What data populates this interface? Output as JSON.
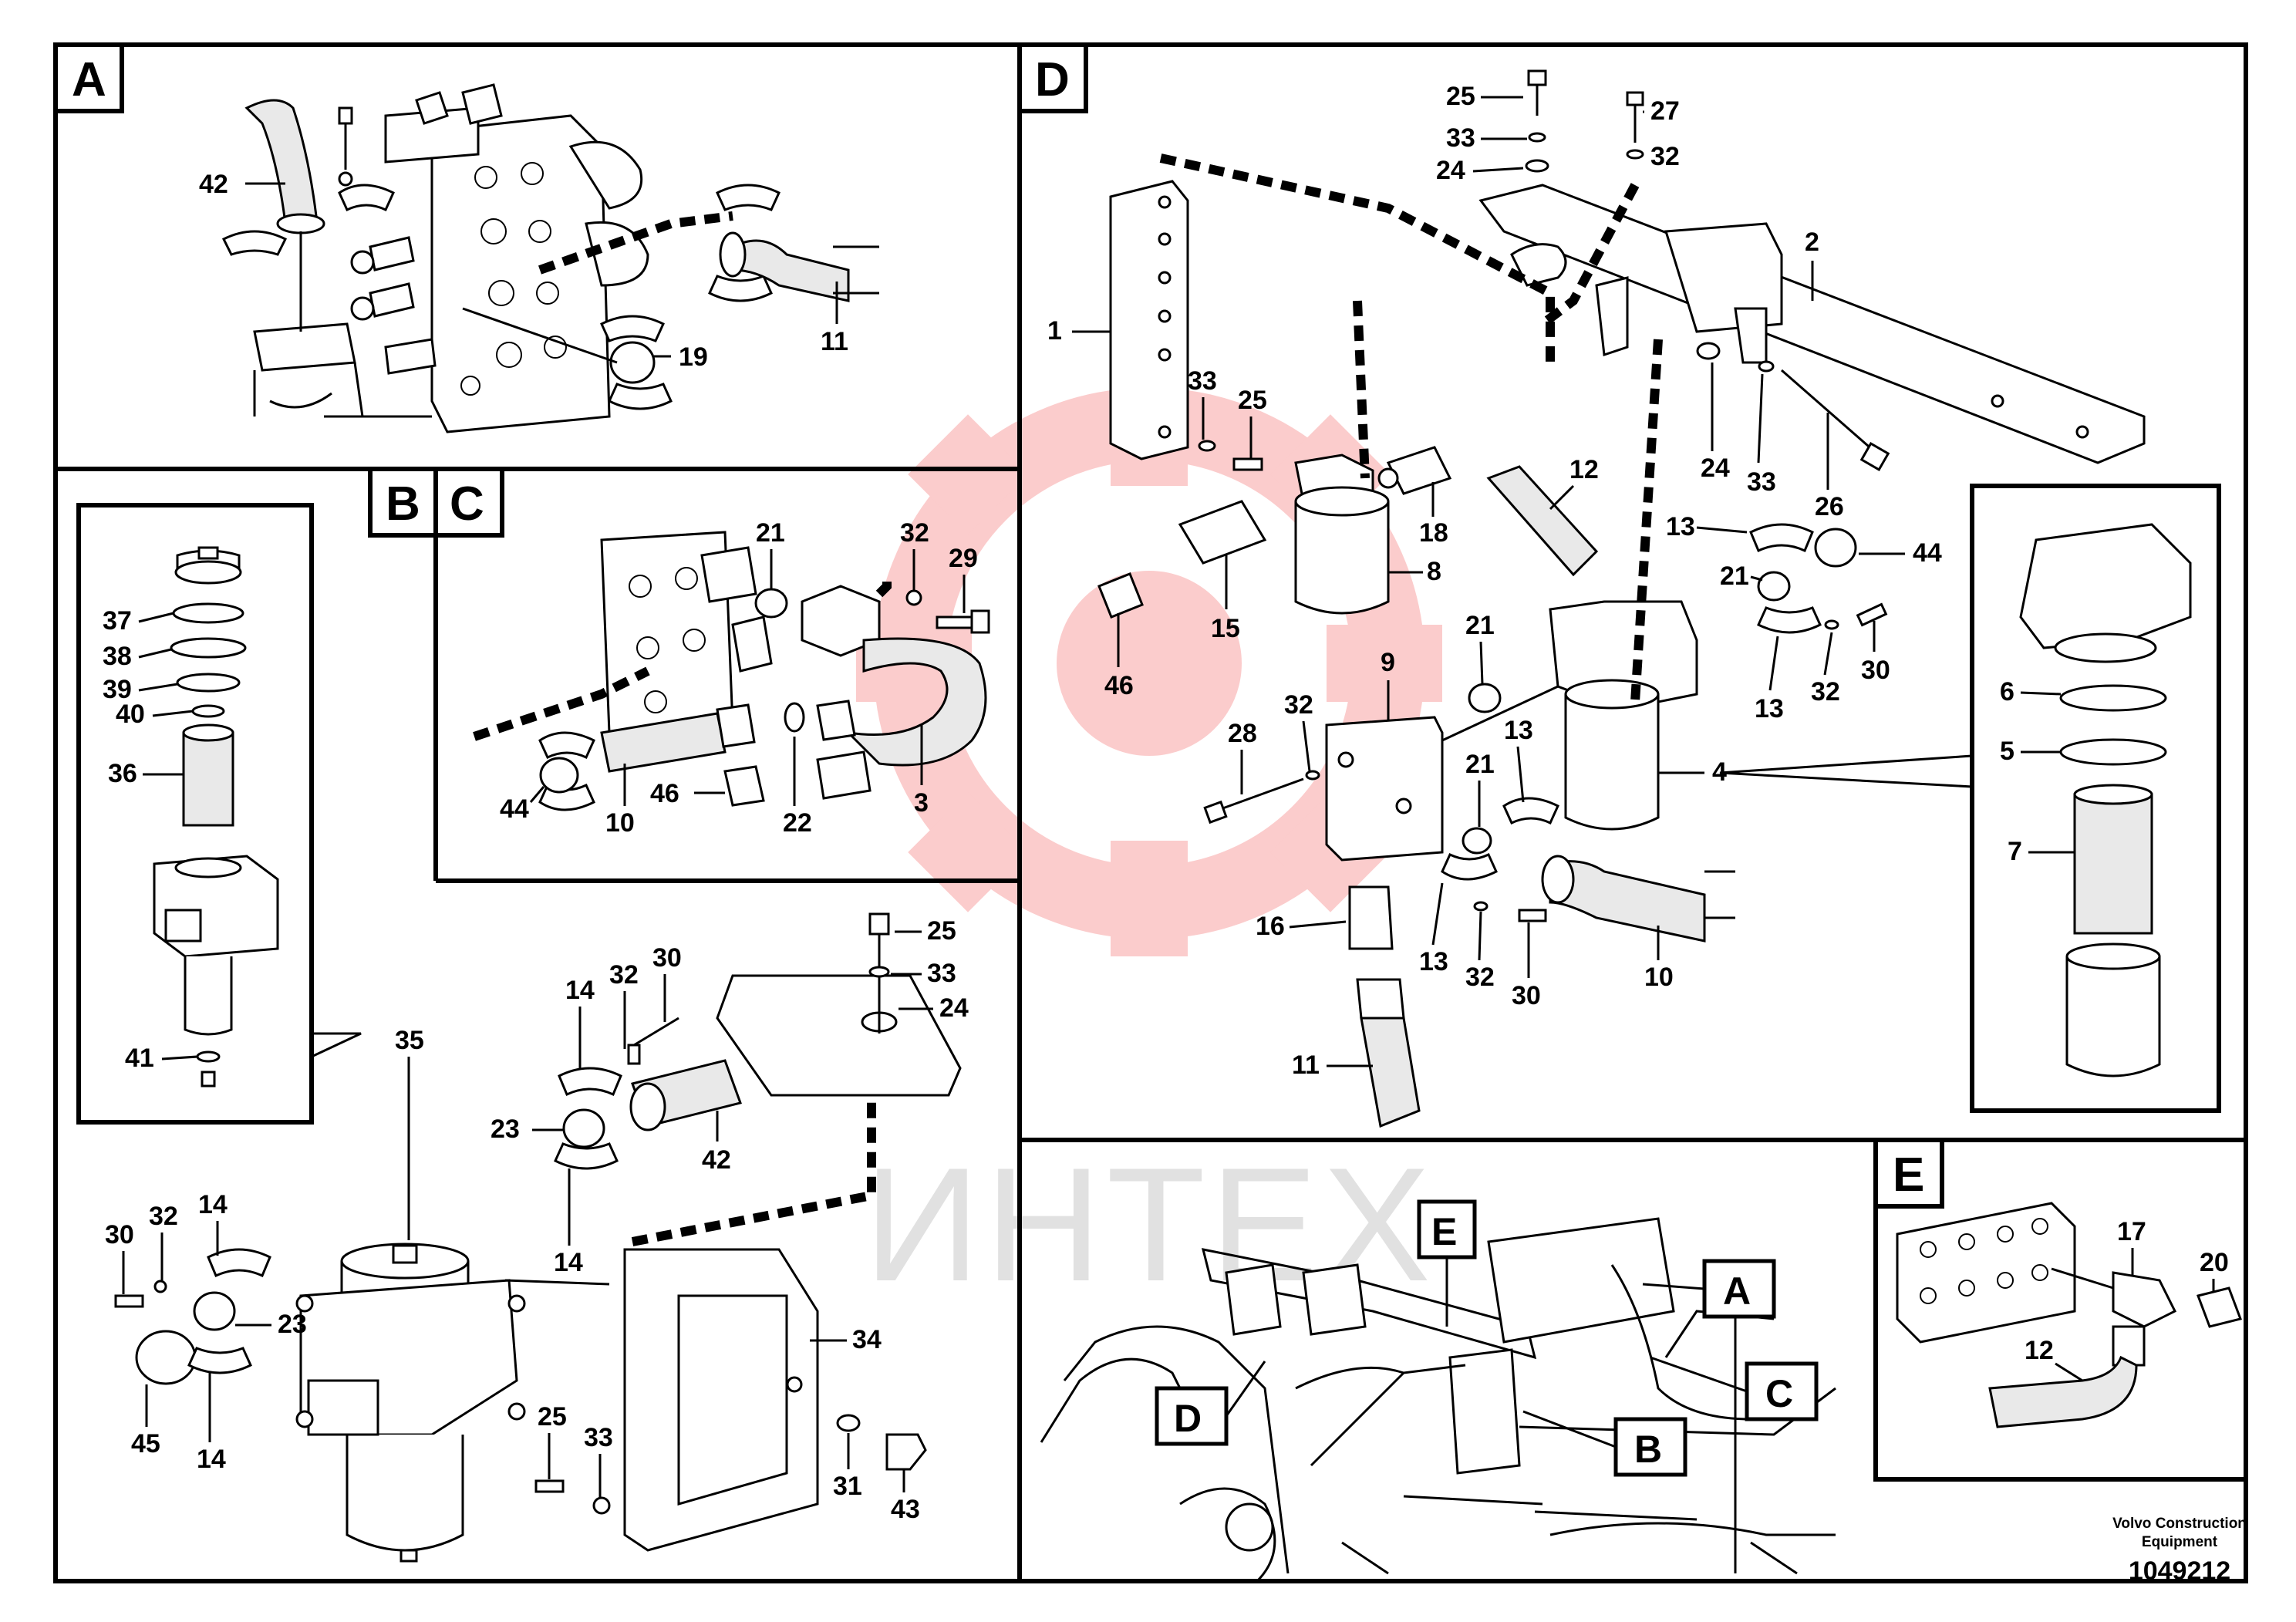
{
  "sections": {
    "A": "A",
    "B": "B",
    "C": "C",
    "D": "D",
    "E": "E"
  },
  "labels": {
    "a42": "42",
    "a19": "19",
    "a11": "11",
    "c21": "21",
    "c32": "32",
    "c29": "29",
    "c44": "44",
    "c10": "10",
    "c46": "46",
    "c22": "22",
    "c3": "3",
    "b37": "37",
    "b38": "38",
    "b39": "39",
    "b40": "40",
    "b36": "36",
    "b41": "41",
    "b35": "35",
    "b14a": "14",
    "b32a": "32",
    "b30a": "30",
    "b25": "25",
    "b33a": "33",
    "b24": "24",
    "b23a": "23",
    "b42": "42",
    "b14b": "14",
    "b30b": "30",
    "b32b": "32",
    "b14c": "14",
    "b23b": "23",
    "b45": "45",
    "b14d": "14",
    "b34": "34",
    "b25b": "25",
    "b33b": "33",
    "b31": "31",
    "b43": "43",
    "d25": "25",
    "d27": "27",
    "d33a": "33",
    "d32a": "32",
    "d24a": "24",
    "d2": "2",
    "d1": "1",
    "d33b": "33",
    "d25b": "25",
    "d24b": "24",
    "d33c": "33",
    "d26": "26",
    "d12": "12",
    "d18": "18",
    "d8": "8",
    "d15": "15",
    "d46": "46",
    "d13a": "13",
    "d44": "44",
    "d21a": "21",
    "d32b": "32",
    "d30a": "30",
    "d13b": "13",
    "d9": "9",
    "d21b": "21",
    "d28": "28",
    "d32c": "32",
    "d13c": "13",
    "d21c": "21",
    "d4": "4",
    "d16": "16",
    "d13d": "13",
    "d32d": "32",
    "d30b": "30",
    "d10": "10",
    "d11": "11",
    "d6": "6",
    "d5": "5",
    "d7": "7",
    "ov_A": "A",
    "ov_B": "B",
    "ov_C": "C",
    "ov_D": "D",
    "ov_E": "E",
    "e17": "17",
    "e20": "20",
    "e12": "12"
  },
  "watermark": "ИНТЕХ",
  "footer": {
    "company_line1": "Volvo Construction",
    "company_line2": "Equipment",
    "drawing_number": "1049212"
  }
}
